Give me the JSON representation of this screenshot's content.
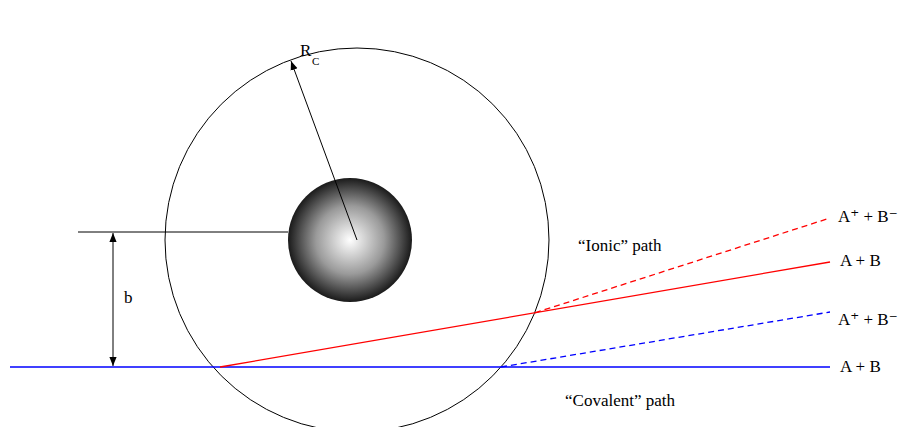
{
  "diagram": {
    "labels": [
      "R",
      "C",
      "b",
      "“Ionic” path",
      "A⁺ + B⁻",
      "A + B",
      "A⁺ + B⁻",
      "A + B",
      "“Covalent” path"
    ]
  }
}
